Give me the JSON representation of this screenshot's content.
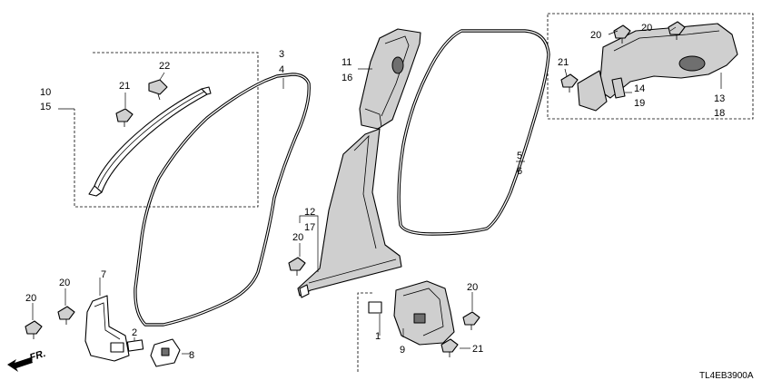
{
  "callouts": {
    "n1": "1",
    "n2": "2",
    "n3": "3",
    "n4": "4",
    "n5": "5",
    "n6": "6",
    "n7": "7",
    "n8": "8",
    "n9": "9",
    "n10": "10",
    "n11": "11",
    "n12": "12",
    "n13": "13",
    "n14": "14",
    "n15": "15",
    "n16": "16",
    "n17": "17",
    "n18": "18",
    "n19": "19",
    "n20a": "20",
    "n20b": "20",
    "n20c": "20",
    "n20d": "20",
    "n20e": "20",
    "n20f": "20",
    "n21a": "21",
    "n21b": "21",
    "n21c": "21",
    "n22": "22"
  },
  "front_indicator": "FR.",
  "diagram_code": "TL4EB3900A",
  "colors": {
    "ink": "#000000",
    "paper": "#ffffff",
    "part_fill": "#cfcfcf"
  },
  "icons": {
    "clip": "push-clip-icon",
    "front_arrow": "front-arrow-icon"
  }
}
